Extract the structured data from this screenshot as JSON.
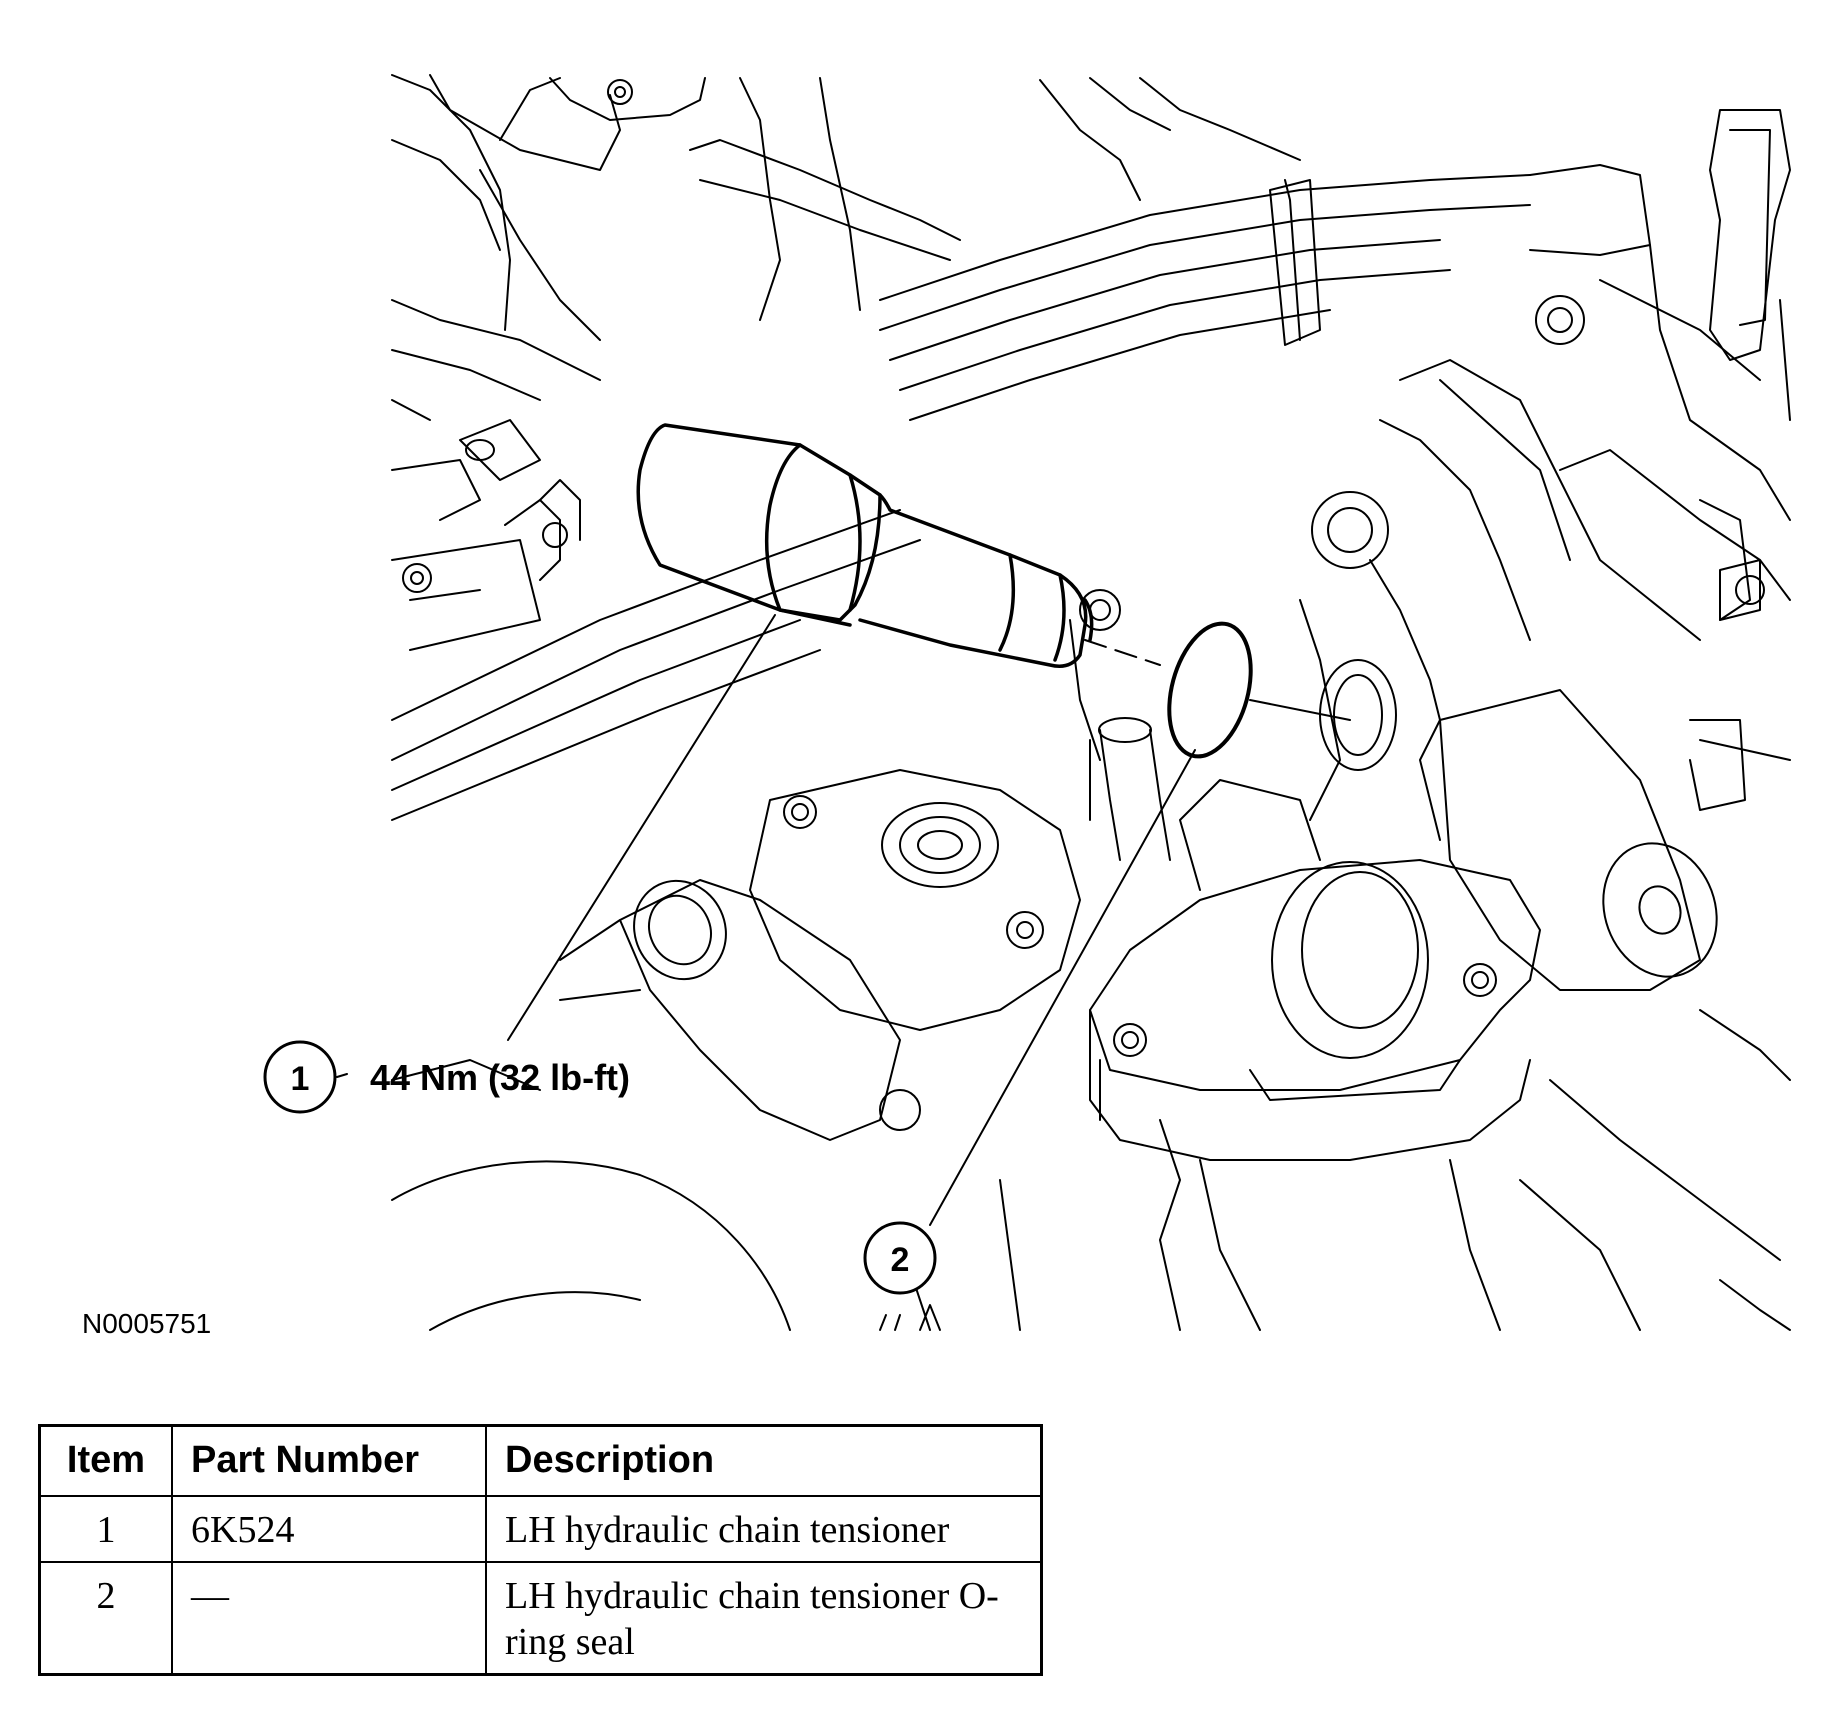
{
  "figure_id": "N0005751",
  "callouts": [
    {
      "number": "1",
      "torque": "44 Nm (32 lb-ft)"
    },
    {
      "number": "2",
      "torque": ""
    }
  ],
  "table": {
    "headers": {
      "item": "Item",
      "part_number": "Part Number",
      "description": "Description"
    },
    "rows": [
      {
        "item": "1",
        "part_number": "6K524",
        "description": "LH hydraulic chain tensioner"
      },
      {
        "item": "2",
        "part_number": "—",
        "description": "LH hydraulic chain tensioner O-ring seal"
      }
    ]
  }
}
